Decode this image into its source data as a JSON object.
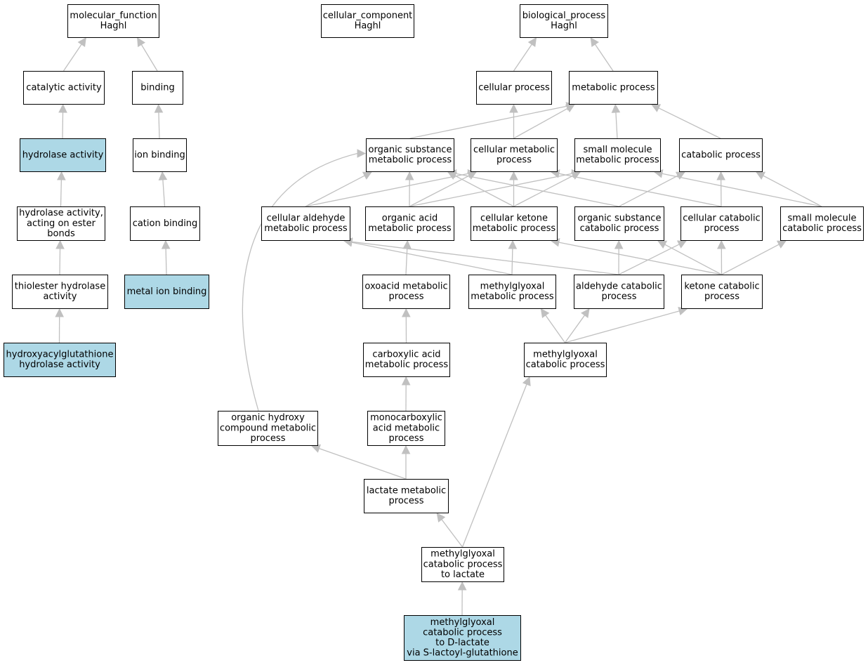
{
  "colors": {
    "highlight_fill": "#add8e6",
    "default_fill": "#ffffff",
    "edge": "#c0c0c0",
    "border": "#000000"
  },
  "nodes": [
    {
      "id": "mf",
      "lines": [
        "molecular_function",
        "Haghl"
      ],
      "highlight": false
    },
    {
      "id": "cc",
      "lines": [
        "cellular_component",
        "Haghl"
      ],
      "highlight": false
    },
    {
      "id": "bp",
      "lines": [
        "biological_process",
        "Haghl"
      ],
      "highlight": false
    },
    {
      "id": "cat",
      "lines": [
        "catalytic activity"
      ],
      "highlight": false
    },
    {
      "id": "bind",
      "lines": [
        "binding"
      ],
      "highlight": false
    },
    {
      "id": "hyd",
      "lines": [
        "hydrolase activity"
      ],
      "highlight": true
    },
    {
      "id": "ionb",
      "lines": [
        "ion binding"
      ],
      "highlight": false
    },
    {
      "id": "hydest",
      "lines": [
        "hydrolase activity,",
        "acting on ester",
        "bonds"
      ],
      "highlight": false
    },
    {
      "id": "catb",
      "lines": [
        "cation binding"
      ],
      "highlight": false
    },
    {
      "id": "thio",
      "lines": [
        "thiolester hydrolase",
        "activity"
      ],
      "highlight": false
    },
    {
      "id": "metal",
      "lines": [
        "metal ion binding"
      ],
      "highlight": true
    },
    {
      "id": "hacg",
      "lines": [
        "hydroxyacylglutathione",
        "hydrolase activity"
      ],
      "highlight": true
    },
    {
      "id": "cellp",
      "lines": [
        "cellular process"
      ],
      "highlight": false
    },
    {
      "id": "metp",
      "lines": [
        "metabolic process"
      ],
      "highlight": false
    },
    {
      "id": "osmp",
      "lines": [
        "organic substance",
        "metabolic process"
      ],
      "highlight": false
    },
    {
      "id": "cmp",
      "lines": [
        "cellular metabolic",
        "process"
      ],
      "highlight": false
    },
    {
      "id": "smmp",
      "lines": [
        "small molecule",
        "metabolic process"
      ],
      "highlight": false
    },
    {
      "id": "catp",
      "lines": [
        "catabolic process"
      ],
      "highlight": false
    },
    {
      "id": "camp",
      "lines": [
        "cellular aldehyde",
        "metabolic process"
      ],
      "highlight": false
    },
    {
      "id": "oamp",
      "lines": [
        "organic acid",
        "metabolic process"
      ],
      "highlight": false
    },
    {
      "id": "ckmp",
      "lines": [
        "cellular ketone",
        "metabolic process"
      ],
      "highlight": false
    },
    {
      "id": "oscp",
      "lines": [
        "organic substance",
        "catabolic process"
      ],
      "highlight": false
    },
    {
      "id": "ccp",
      "lines": [
        "cellular catabolic",
        "process"
      ],
      "highlight": false
    },
    {
      "id": "smcp",
      "lines": [
        "small molecule",
        "catabolic process"
      ],
      "highlight": false
    },
    {
      "id": "oxo",
      "lines": [
        "oxoacid metabolic",
        "process"
      ],
      "highlight": false
    },
    {
      "id": "mgm",
      "lines": [
        "methylglyoxal",
        "metabolic process"
      ],
      "highlight": false
    },
    {
      "id": "alcp",
      "lines": [
        "aldehyde catabolic",
        "process"
      ],
      "highlight": false
    },
    {
      "id": "kcp",
      "lines": [
        "ketone catabolic",
        "process"
      ],
      "highlight": false
    },
    {
      "id": "carb",
      "lines": [
        "carboxylic acid",
        "metabolic process"
      ],
      "highlight": false
    },
    {
      "id": "mgc",
      "lines": [
        "methylglyoxal",
        "catabolic process"
      ],
      "highlight": false
    },
    {
      "id": "ohc",
      "lines": [
        "organic hydroxy",
        "compound metabolic",
        "process"
      ],
      "highlight": false
    },
    {
      "id": "mono",
      "lines": [
        "monocarboxylic",
        "acid metabolic",
        "process"
      ],
      "highlight": false
    },
    {
      "id": "lac",
      "lines": [
        "lactate metabolic",
        "process"
      ],
      "highlight": false
    },
    {
      "id": "mgl",
      "lines": [
        "methylglyoxal",
        "catabolic process",
        "to lactate"
      ],
      "highlight": false
    },
    {
      "id": "mgd",
      "lines": [
        "methylglyoxal",
        "catabolic process",
        "to D-lactate",
        "via S-lactoyl-glutathione"
      ],
      "highlight": true
    }
  ],
  "edges": [
    {
      "from": "cat",
      "to": "mf"
    },
    {
      "from": "bind",
      "to": "mf"
    },
    {
      "from": "hyd",
      "to": "cat"
    },
    {
      "from": "ionb",
      "to": "bind"
    },
    {
      "from": "hydest",
      "to": "hyd"
    },
    {
      "from": "catb",
      "to": "ionb"
    },
    {
      "from": "thio",
      "to": "hydest"
    },
    {
      "from": "metal",
      "to": "catb"
    },
    {
      "from": "hacg",
      "to": "thio"
    },
    {
      "from": "cellp",
      "to": "bp"
    },
    {
      "from": "metp",
      "to": "bp"
    },
    {
      "from": "osmp",
      "to": "metp"
    },
    {
      "from": "cmp",
      "to": "cellp"
    },
    {
      "from": "cmp",
      "to": "metp"
    },
    {
      "from": "smmp",
      "to": "metp"
    },
    {
      "from": "catp",
      "to": "metp"
    },
    {
      "from": "camp",
      "to": "osmp"
    },
    {
      "from": "camp",
      "to": "cmp"
    },
    {
      "from": "oamp",
      "to": "osmp"
    },
    {
      "from": "oamp",
      "to": "cmp"
    },
    {
      "from": "oamp",
      "to": "smmp"
    },
    {
      "from": "ckmp",
      "to": "osmp"
    },
    {
      "from": "ckmp",
      "to": "cmp"
    },
    {
      "from": "ckmp",
      "to": "smmp"
    },
    {
      "from": "oscp",
      "to": "osmp"
    },
    {
      "from": "oscp",
      "to": "catp"
    },
    {
      "from": "ccp",
      "to": "cmp"
    },
    {
      "from": "ccp",
      "to": "catp"
    },
    {
      "from": "smcp",
      "to": "smmp"
    },
    {
      "from": "smcp",
      "to": "catp"
    },
    {
      "from": "oxo",
      "to": "oamp"
    },
    {
      "from": "mgm",
      "to": "camp"
    },
    {
      "from": "mgm",
      "to": "ckmp"
    },
    {
      "from": "alcp",
      "to": "camp"
    },
    {
      "from": "alcp",
      "to": "oscp"
    },
    {
      "from": "alcp",
      "to": "ccp"
    },
    {
      "from": "kcp",
      "to": "ckmp"
    },
    {
      "from": "kcp",
      "to": "oscp"
    },
    {
      "from": "kcp",
      "to": "ccp"
    },
    {
      "from": "kcp",
      "to": "smcp"
    },
    {
      "from": "carb",
      "to": "oxo"
    },
    {
      "from": "mgc",
      "to": "mgm"
    },
    {
      "from": "mgc",
      "to": "alcp"
    },
    {
      "from": "mgc",
      "to": "kcp"
    },
    {
      "from": "ohc",
      "to": "osmp"
    },
    {
      "from": "mono",
      "to": "carb"
    },
    {
      "from": "lac",
      "to": "ohc"
    },
    {
      "from": "lac",
      "to": "mono"
    },
    {
      "from": "mgl",
      "to": "lac"
    },
    {
      "from": "mgl",
      "to": "mgc"
    },
    {
      "from": "mgd",
      "to": "mgl"
    }
  ]
}
